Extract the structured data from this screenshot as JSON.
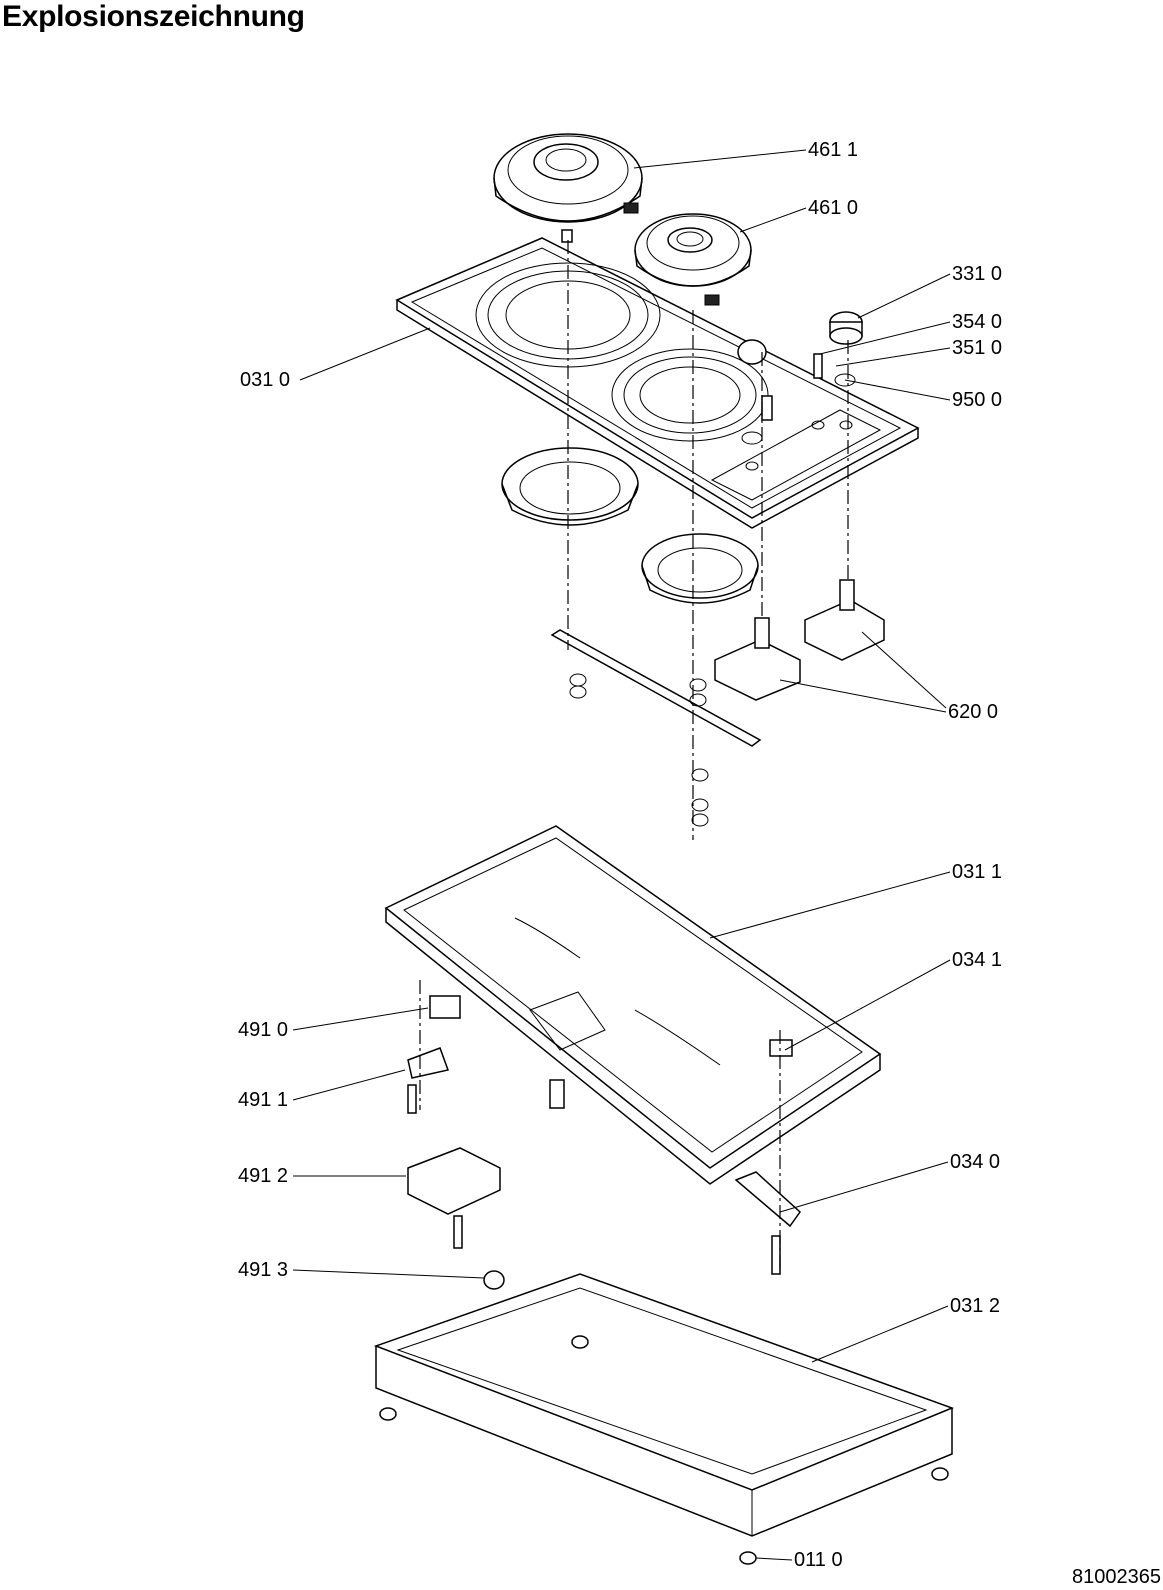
{
  "title": "Explosionszeichnung",
  "document_number": "81002365",
  "part_labels": [
    {
      "id": "461-1",
      "text": "461 1"
    },
    {
      "id": "461-0",
      "text": "461 0"
    },
    {
      "id": "331-0",
      "text": "331 0"
    },
    {
      "id": "354-0",
      "text": "354 0"
    },
    {
      "id": "351-0",
      "text": "351 0"
    },
    {
      "id": "950-0",
      "text": "950 0"
    },
    {
      "id": "031-0",
      "text": "031 0"
    },
    {
      "id": "620-0",
      "text": "620 0"
    },
    {
      "id": "031-1",
      "text": "031 1"
    },
    {
      "id": "034-1",
      "text": "034 1"
    },
    {
      "id": "491-0",
      "text": "491 0"
    },
    {
      "id": "491-1",
      "text": "491 1"
    },
    {
      "id": "491-2",
      "text": "491 2"
    },
    {
      "id": "034-0",
      "text": "034 0"
    },
    {
      "id": "491-3",
      "text": "491 3"
    },
    {
      "id": "031-2",
      "text": "031 2"
    },
    {
      "id": "011-0",
      "text": "011 0"
    }
  ]
}
